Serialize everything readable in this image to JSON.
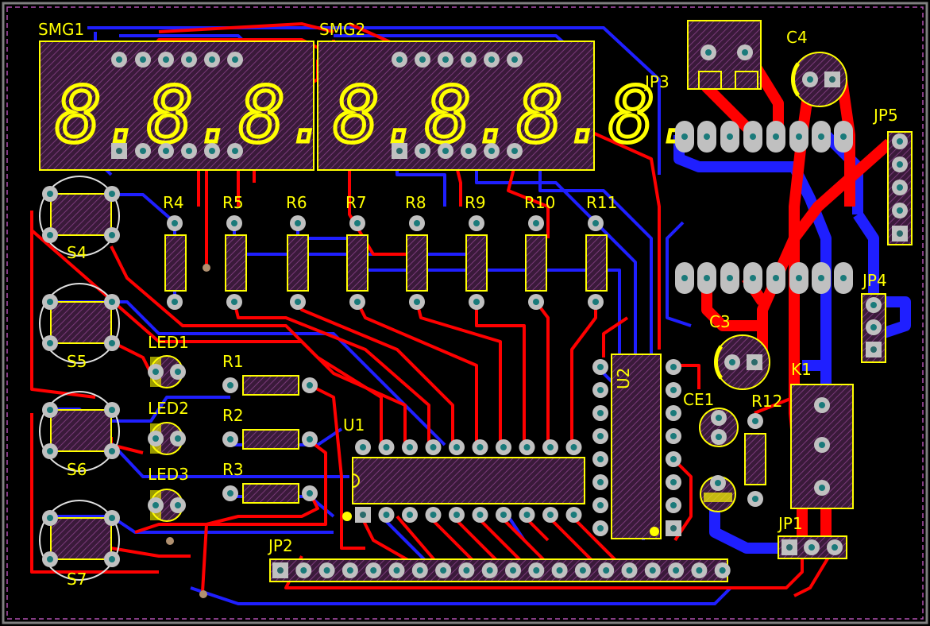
{
  "labels": {
    "smg1": "SMG1",
    "smg2": "SMG2",
    "r4": "R4",
    "r5": "R5",
    "r6": "R6",
    "r7": "R7",
    "r8": "R8",
    "r9": "R9",
    "r10": "R10",
    "r11": "R11",
    "s4": "S4",
    "s5": "S5",
    "s6": "S6",
    "s7": "S7",
    "led1": "LED1",
    "led2": "LED2",
    "led3": "LED3",
    "r1": "R1",
    "r2": "R2",
    "r3": "R3",
    "u1": "U1",
    "u2": "U2",
    "jp2": "JP2",
    "jp3": "JP3",
    "c4": "C4",
    "jp5": "JP5",
    "jp4": "JP4",
    "c3": "C3",
    "k1": "K1",
    "ce1": "CE1",
    "r12": "R12",
    "jp1": "JP1"
  },
  "display_digits": {
    "smg1": "8.8.8.8.",
    "smg2": "8.8.8.8."
  },
  "colors": {
    "background": "#000000",
    "top_copper": "#ff0000",
    "bottom_copper": "#1f1fff",
    "silkscreen": "#ffff00",
    "pad": "#c0c0c0",
    "via": "#a0a0a0",
    "keepout": "#a040a0",
    "board_edge": "#808080"
  }
}
